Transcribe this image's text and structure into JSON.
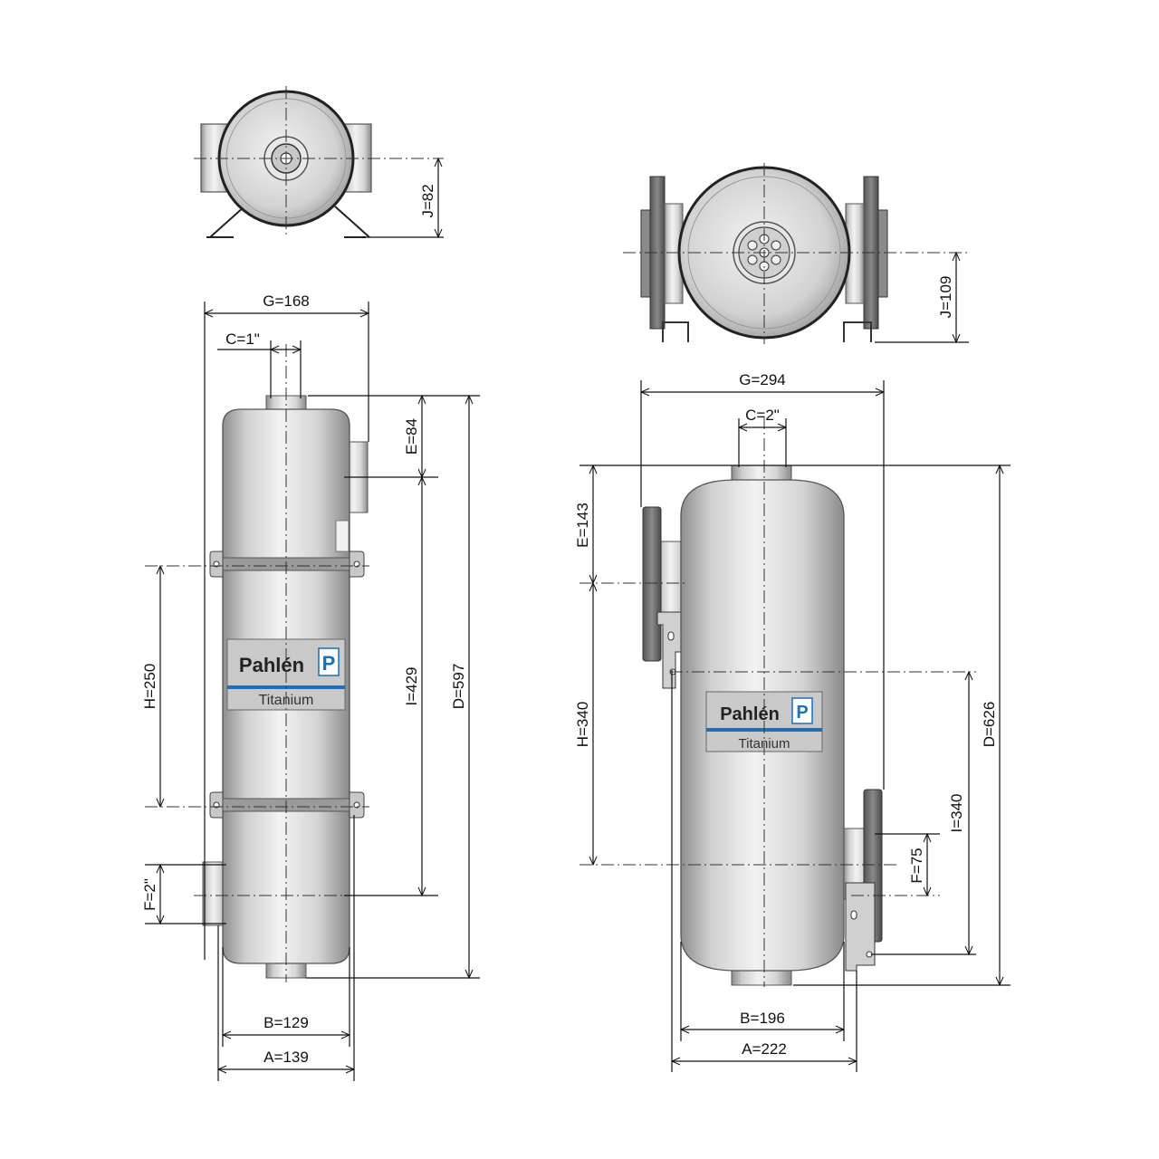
{
  "brand": {
    "name": "Pahlén",
    "material": "Titanium"
  },
  "small_unit": {
    "J": "J=82",
    "G": "G=168",
    "C": "C=1\"",
    "E": "E=84",
    "H": "H=250",
    "I": "I=429",
    "D": "D=597",
    "F": "F=2\"",
    "B": "B=129",
    "A": "A=139"
  },
  "large_unit": {
    "J": "J=109",
    "G": "G=294",
    "C": "C=2\"",
    "E": "E=143",
    "H": "H=340",
    "I": "I=340",
    "D": "D=626",
    "F": "F=75",
    "B": "B=196",
    "A": "A=222"
  },
  "colors": {
    "body": "#d9d9d9",
    "shade": "#a8a8a8",
    "flange": "#6b6b6b",
    "badge_stripe": "#1f6fb5"
  }
}
